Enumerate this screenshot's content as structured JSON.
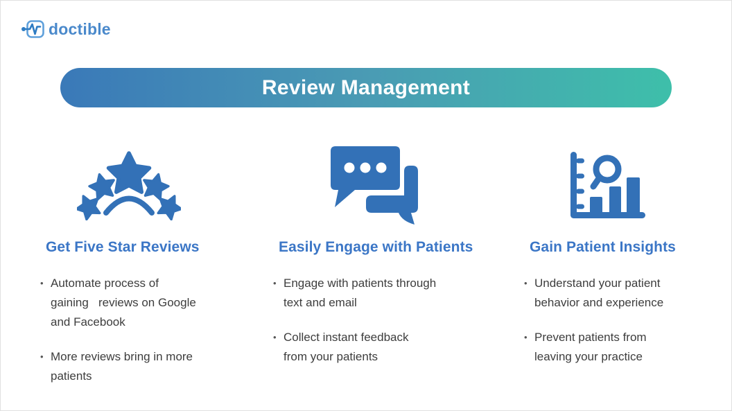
{
  "logo": {
    "text": "doctible"
  },
  "banner": {
    "title": "Review Management",
    "gradient_from": "#3A79B8",
    "gradient_to": "#3EBFAA"
  },
  "columns": [
    {
      "icon": "five-stars-icon",
      "heading": "Get Five Star Reviews",
      "bullets": [
        "Automate process of\ngaining   reviews on Google\nand Facebook",
        "More reviews bring in more\npatients"
      ]
    },
    {
      "icon": "chat-bubbles-icon",
      "heading": "Easily Engage with Patients",
      "bullets": [
        "Engage with patients through\ntext and email",
        "Collect instant feedback\nfrom your patients"
      ]
    },
    {
      "icon": "bar-chart-magnifier-icon",
      "heading": "Gain Patient Insights",
      "bullets": [
        "Understand your patient\nbehavior and experience",
        "Prevent patients from\nleaving your practice"
      ]
    }
  ],
  "bullet_marker": "•",
  "colors": {
    "icon_blue": "#3371B7",
    "heading_blue": "#3B76C6",
    "body_text": "#3D3D3D",
    "logo_blue": "#4A89CB"
  }
}
